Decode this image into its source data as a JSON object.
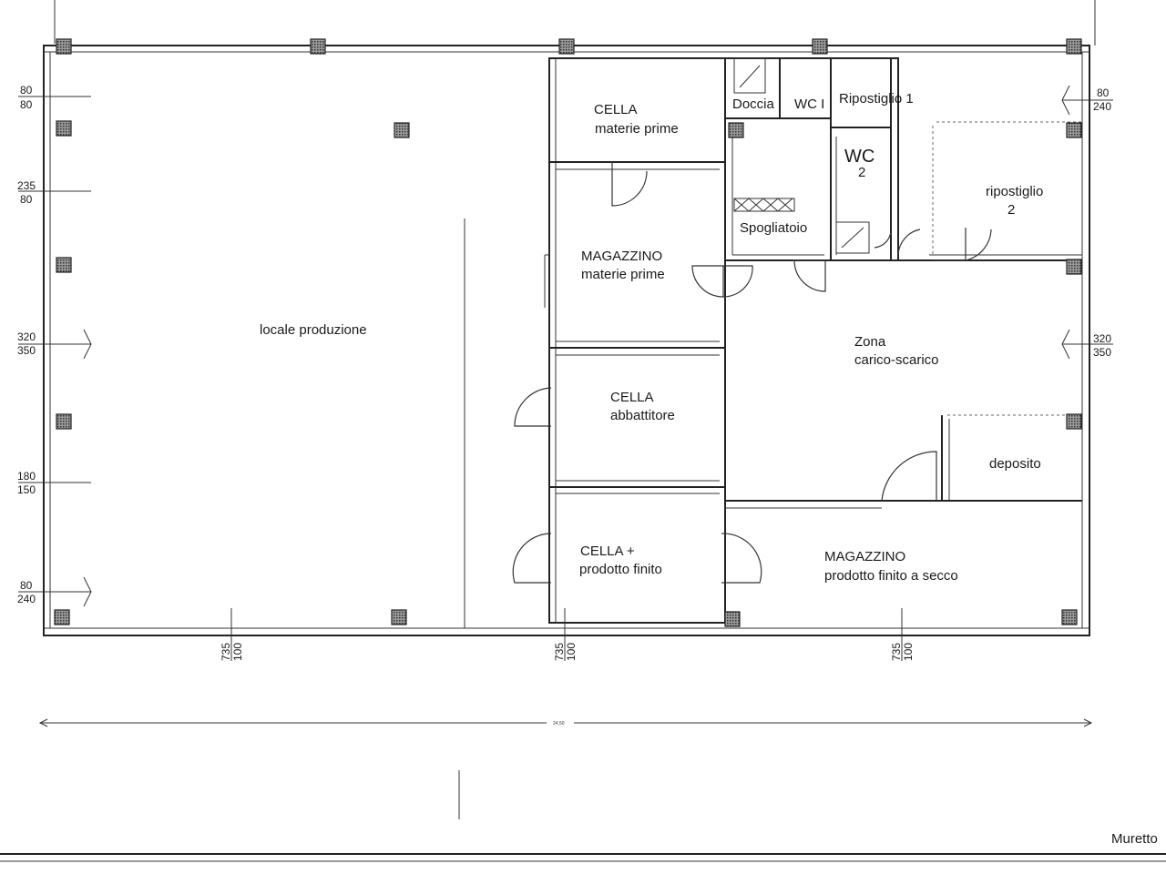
{
  "rooms": {
    "locale_produzione": "locale produzione",
    "cella_mp_1": "CELLA",
    "cella_mp_2": "materie prime",
    "magazzino_mp_1": "MAGAZZINO",
    "magazzino_mp_2": "materie prime",
    "cella_abb_1": "CELLA",
    "cella_abb_2": "abbattitore",
    "cella_pf_1": "CELLA +",
    "cella_pf_2": "prodotto finito",
    "doccia": "Doccia",
    "wc1": "WC I",
    "ripostiglio1": "Ripostiglio 1",
    "wc2_a": "WC",
    "wc2_b": "2",
    "spogliatoio": "Spogliatoio",
    "ripostiglio2_a": "ripostiglio",
    "ripostiglio2_b": "2",
    "zona_1": "Zona",
    "zona_2": "carico-scarico",
    "deposito": "deposito",
    "magazzino_pf_1": "MAGAZZINO",
    "magazzino_pf_2": "prodotto finito a secco",
    "muretto": "Muretto"
  },
  "dimensions": {
    "left_1": [
      "80",
      "80"
    ],
    "left_2": [
      "235",
      "80"
    ],
    "left_3": [
      "320",
      "350"
    ],
    "left_4": [
      "180",
      "150"
    ],
    "left_5": [
      "80",
      "240"
    ],
    "right_1": [
      "80",
      "240"
    ],
    "right_2": [
      "320",
      "350"
    ],
    "bottom_1": [
      "735",
      "100"
    ],
    "bottom_2": [
      "735",
      "100"
    ],
    "bottom_3": [
      "735",
      "100"
    ],
    "overall": "24,50"
  }
}
